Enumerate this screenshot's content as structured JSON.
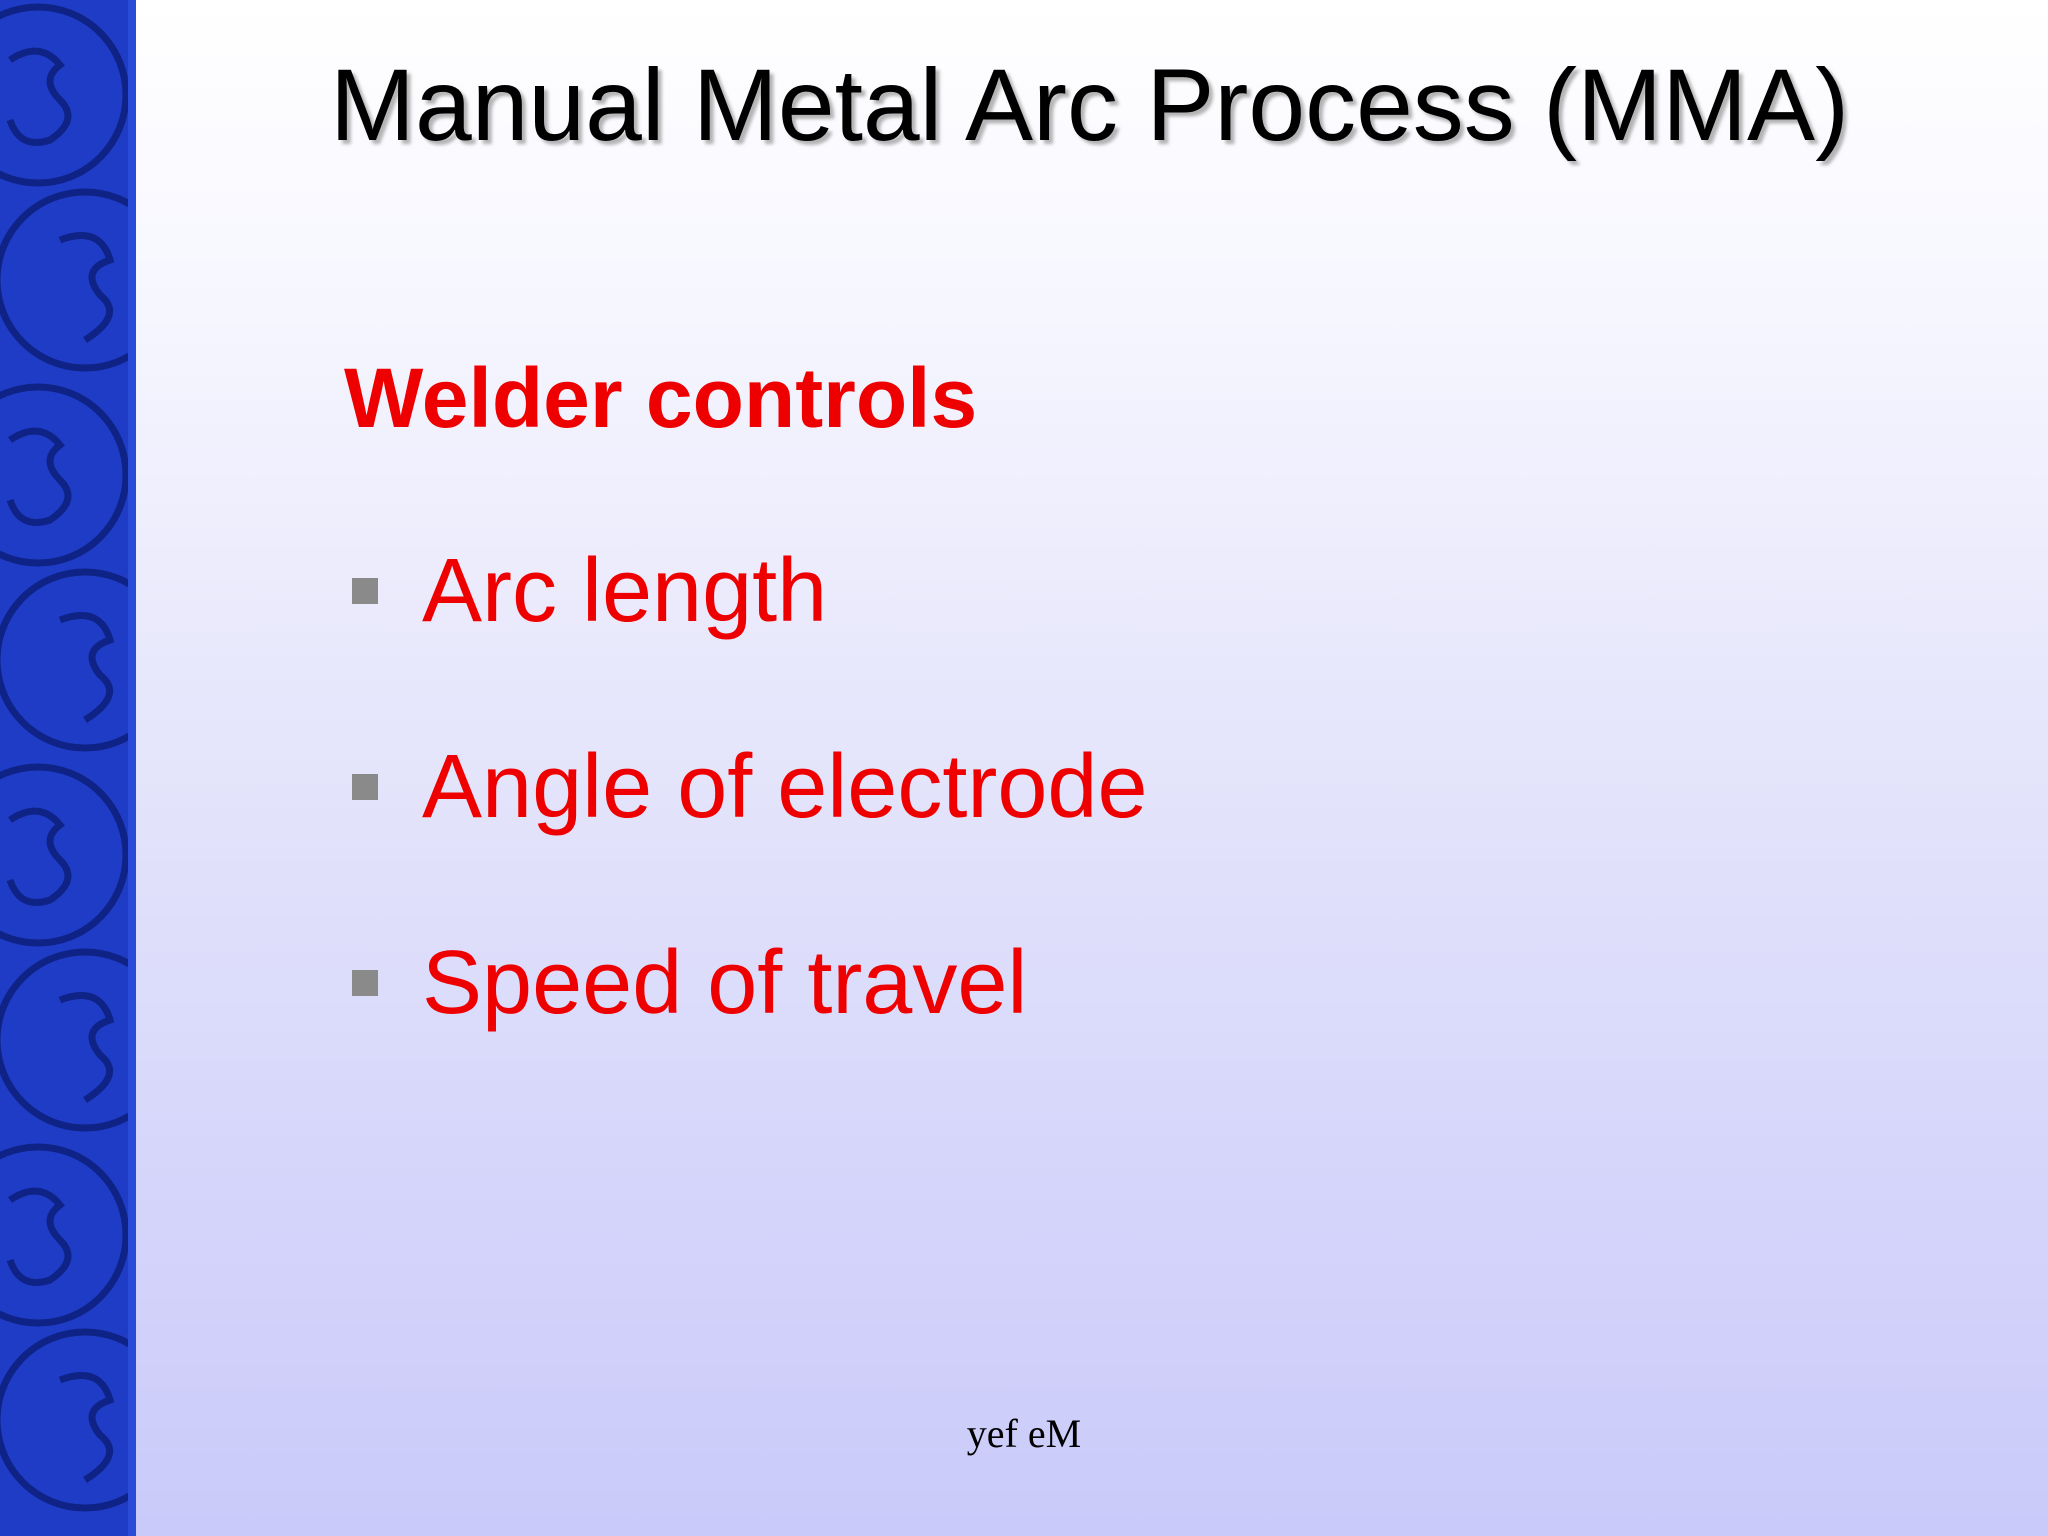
{
  "slide": {
    "title": "Manual Metal Arc Process (MMA)",
    "subheading": "Welder controls",
    "bullets": [
      "Arc length",
      "Angle of electrode",
      "Speed of travel"
    ],
    "footer": "yef eM",
    "colors": {
      "accent_red": "#ee0000",
      "side_band_blue": "#1f3cc6",
      "bullet_gray": "#8a8a8a"
    },
    "decoration": "side-band-swirl-pattern"
  }
}
